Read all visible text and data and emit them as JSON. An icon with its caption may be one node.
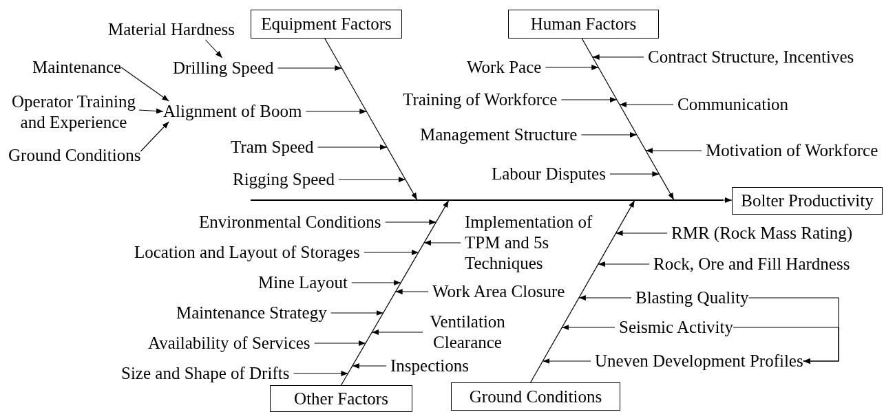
{
  "diagram": {
    "nodes": [
      {
        "text": [
          "Equipment Factors"
        ]
      },
      {
        "text": [
          "Material Hardness"
        ]
      },
      {
        "text": [
          "Drilling Speed"
        ]
      },
      {
        "text": [
          "Maintenance"
        ]
      },
      {
        "text": [
          "Operator Training and Experience"
        ]
      },
      {
        "text": [
          "Alignment of Boom"
        ]
      },
      {
        "text": [
          "Ground Conditions"
        ]
      },
      {
        "text": [
          "Tram Speed"
        ]
      },
      {
        "text": [
          "Rigging Speed"
        ]
      },
      {
        "text": [
          "Human Factors"
        ]
      },
      {
        "text": [
          "Contract Structure, Incentives"
        ]
      },
      {
        "text": [
          "Work Pace"
        ]
      },
      {
        "text": [
          "Training of Workforce"
        ]
      },
      {
        "text": [
          "Communication"
        ]
      },
      {
        "text": [
          "Management Structure"
        ]
      },
      {
        "text": [
          "Motivation of Workforce"
        ]
      },
      {
        "text": [
          "Labour Disputes"
        ]
      },
      {
        "text": [
          "Bolter Productivity"
        ]
      },
      {
        "text": [
          "Environmental Conditions"
        ]
      },
      {
        "text": [
          "Implementation of TPM and 5s Techniques"
        ]
      },
      {
        "text": [
          "Location and Layout of Storages"
        ]
      },
      {
        "text": [
          "Mine Layout"
        ]
      },
      {
        "text": [
          "Work Area Closure"
        ]
      },
      {
        "text": [
          "Maintenance Strategy"
        ]
      },
      {
        "text": [
          "Ventilation Clearance"
        ]
      },
      {
        "text": [
          "Availability of Services"
        ]
      },
      {
        "text": [
          "Size and Shape of Drifts"
        ]
      },
      {
        "text": [
          "Inspections"
        ]
      },
      {
        "text": [
          "Other Factors"
        ]
      },
      {
        "text": [
          "RMR (Rock Mass Rating)"
        ]
      },
      {
        "text": [
          "Rock, Ore and Fill Hardness"
        ]
      },
      {
        "text": [
          "Blasting Quality"
        ]
      },
      {
        "text": [
          "Seismic Activity"
        ]
      },
      {
        "text": [
          "Uneven Development Profiles"
        ]
      },
      {
        "text": [
          "Ground Conditions"
        ]
      },
      {
        "text": [],
        "shape": "line"
      },
      {
        "text": [],
        "shape": "line"
      },
      {
        "text": [],
        "shape": "line"
      },
      {
        "text": [],
        "shape": "line"
      },
      {
        "text": [],
        "shape": "line"
      }
    ],
    "edges": [
      {
        "from": 36,
        "to": 35,
        "arrow": "to"
      },
      {
        "from": 37,
        "to": 35,
        "arrow": "to"
      },
      {
        "from": 38,
        "to": 35,
        "arrow": "to"
      },
      {
        "from": 39,
        "to": 35,
        "arrow": "to"
      },
      {
        "from": 35,
        "to": 17,
        "arrow": "to"
      },
      {
        "from": 1,
        "to": 2,
        "arrow": "to"
      },
      {
        "from": 3,
        "to": 5,
        "arrow": "to"
      },
      {
        "from": 4,
        "to": 5,
        "arrow": "to"
      },
      {
        "from": 6,
        "to": 5,
        "arrow": "to"
      },
      {
        "from": 2,
        "to": 36,
        "arrow": "to"
      },
      {
        "from": 5,
        "to": 36,
        "arrow": "to"
      },
      {
        "from": 7,
        "to": 36,
        "arrow": "to"
      },
      {
        "from": 8,
        "to": 36,
        "arrow": "to"
      },
      {
        "from": 10,
        "to": 37,
        "arrow": "to"
      },
      {
        "from": 11,
        "to": 37,
        "arrow": "to"
      },
      {
        "from": 12,
        "to": 37,
        "arrow": "to"
      },
      {
        "from": 13,
        "to": 37,
        "arrow": "to"
      },
      {
        "from": 14,
        "to": 37,
        "arrow": "to"
      },
      {
        "from": 15,
        "to": 37,
        "arrow": "to"
      },
      {
        "from": 16,
        "to": 37,
        "arrow": "to"
      },
      {
        "from": 18,
        "to": 38,
        "arrow": "to"
      },
      {
        "from": 19,
        "to": 38,
        "arrow": "to"
      },
      {
        "from": 20,
        "to": 38,
        "arrow": "to"
      },
      {
        "from": 21,
        "to": 38,
        "arrow": "to"
      },
      {
        "from": 22,
        "to": 38,
        "arrow": "to"
      },
      {
        "from": 23,
        "to": 38,
        "arrow": "to"
      },
      {
        "from": 24,
        "to": 38,
        "arrow": "to"
      },
      {
        "from": 25,
        "to": 38,
        "arrow": "to"
      },
      {
        "from": 26,
        "to": 38,
        "arrow": "to"
      },
      {
        "from": 27,
        "to": 38,
        "arrow": "to"
      },
      {
        "from": 29,
        "to": 39,
        "arrow": "to"
      },
      {
        "from": 30,
        "to": 39,
        "arrow": "to"
      },
      {
        "from": 31,
        "to": 39,
        "arrow": "to"
      },
      {
        "from": 32,
        "to": 39,
        "arrow": "to"
      },
      {
        "from": 33,
        "to": 39,
        "arrow": "to"
      },
      {
        "from": 31,
        "to": 33,
        "arrow": "to"
      },
      {
        "from": 32,
        "to": 33,
        "arrow": "to"
      }
    ]
  }
}
